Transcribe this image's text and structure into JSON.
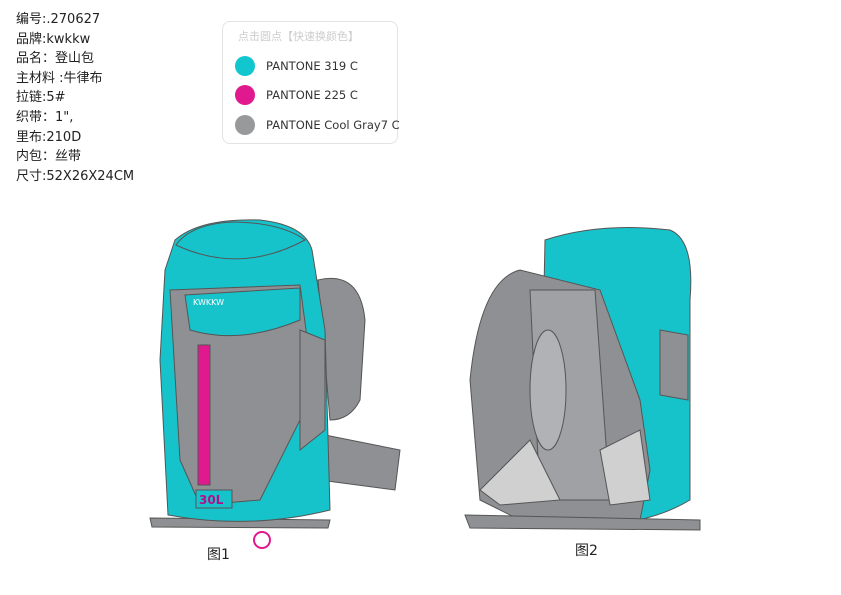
{
  "specs": [
    "编号:.270627",
    "品牌:kwkkw",
    "品名：登山包",
    "主材料 :牛律布",
    "拉链:5#",
    "织带：1\",",
    "里布:210D",
    "内包：丝带",
    "尺寸:52X26X24CM"
  ],
  "swatches": {
    "title": "点击圆点【快速换颜色】",
    "items": [
      {
        "label": "PANTONE 319 C",
        "color": "#12c6cf"
      },
      {
        "label": "PANTONE 225 C",
        "color": "#e0198f"
      },
      {
        "label": "PANTONE Cool Gray7 C",
        "color": "#97999b"
      }
    ]
  },
  "figures": {
    "front_logo": "KWKKW",
    "front_capacity": "30L",
    "caption1": "图1",
    "caption2": "图2"
  }
}
